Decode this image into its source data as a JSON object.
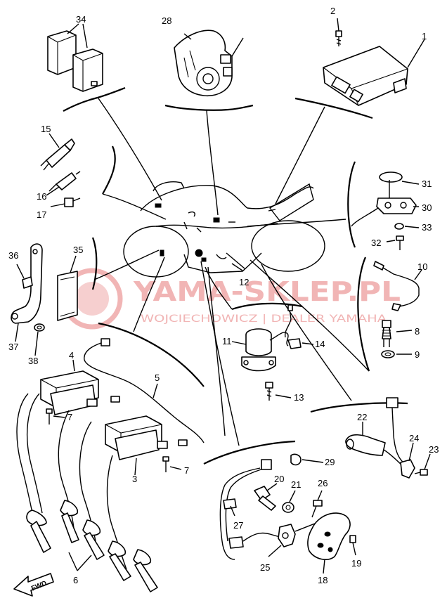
{
  "watermark": {
    "title": "YAMA-SKLEP.PL",
    "subtitle": "WOJCIECHOWICZ | DEALER YAMAHA",
    "color": "#f1b5b5"
  },
  "direction_label": "FWD",
  "callouts": {
    "c1": "1",
    "c2": "2",
    "c3": "3",
    "c4": "4",
    "c5": "5",
    "c6": "6",
    "c7a": "7",
    "c7b": "7",
    "c8": "8",
    "c9": "9",
    "c10": "10",
    "c11": "11",
    "c12": "12",
    "c13": "13",
    "c14": "14",
    "c15": "15",
    "c16": "16",
    "c17": "17",
    "c18": "18",
    "c19": "19",
    "c20": "20",
    "c21": "21",
    "c22": "22",
    "c23": "23",
    "c24": "24",
    "c25": "25",
    "c26": "26",
    "c27": "27",
    "c28": "28",
    "c29": "29",
    "c30": "30",
    "c31": "31",
    "c32": "32",
    "c33": "33",
    "c34": "34",
    "c35": "35",
    "c36": "36",
    "c37": "37",
    "c38": "38"
  }
}
